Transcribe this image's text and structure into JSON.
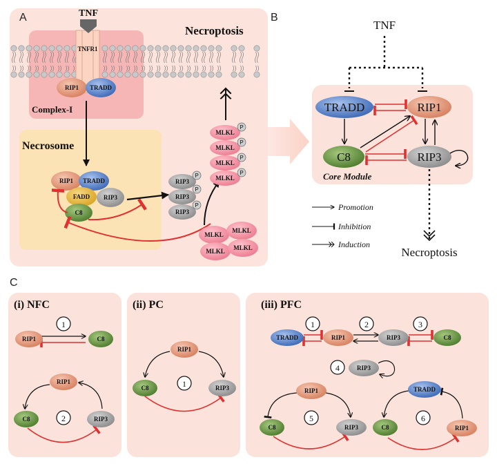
{
  "panels": {
    "a": "A",
    "b": "B",
    "c": "C"
  },
  "panel_a": {
    "tnf": "TNF",
    "tnfr1": "TNFR1",
    "necroptosis": "Necroptosis",
    "complex_i": "Complex-I",
    "necrosome": "Necrosome",
    "rip1": "RIP1",
    "tradd": "TRADD",
    "fadd": "FADD",
    "rip3": "RIP3",
    "c8": "C8",
    "mlkl": "MLKL",
    "p": "P"
  },
  "panel_b": {
    "tnf": "TNF",
    "tradd": "TRADD",
    "rip1": "RIP1",
    "c8": "C8",
    "rip3": "RIP3",
    "core_module": "Core Module",
    "necroptosis": "Necroptosis",
    "legend": {
      "promotion": "Promotion",
      "inhibition": "Inhibition",
      "induction": "Induction"
    }
  },
  "panel_c": {
    "nfc": {
      "title": "(i) NFC",
      "n1": "1",
      "n2": "2",
      "rip1": "RIP1",
      "c8": "C8",
      "rip3": "RIP3"
    },
    "pc": {
      "title": "(ii) PC",
      "n1": "1",
      "rip1": "RIP1",
      "c8": "C8",
      "rip3": "RIP3"
    },
    "pfc": {
      "title": "(iii) PFC",
      "n1": "1",
      "n2": "2",
      "n3": "3",
      "n4": "4",
      "n5": "5",
      "n6": "6",
      "tradd": "TRADD",
      "rip1": "RIP1",
      "rip3": "RIP3",
      "c8": "C8"
    }
  },
  "colors": {
    "rip1": "#e0967a",
    "tradd": "#4f7cc4",
    "c8": "#5d8a3a",
    "rip3": "#9a9a9a",
    "fadd": "#e8b830",
    "mlkl": "#ef8fa0",
    "inhibit": "#e03030",
    "panel_bg": "#fbe4dc"
  }
}
